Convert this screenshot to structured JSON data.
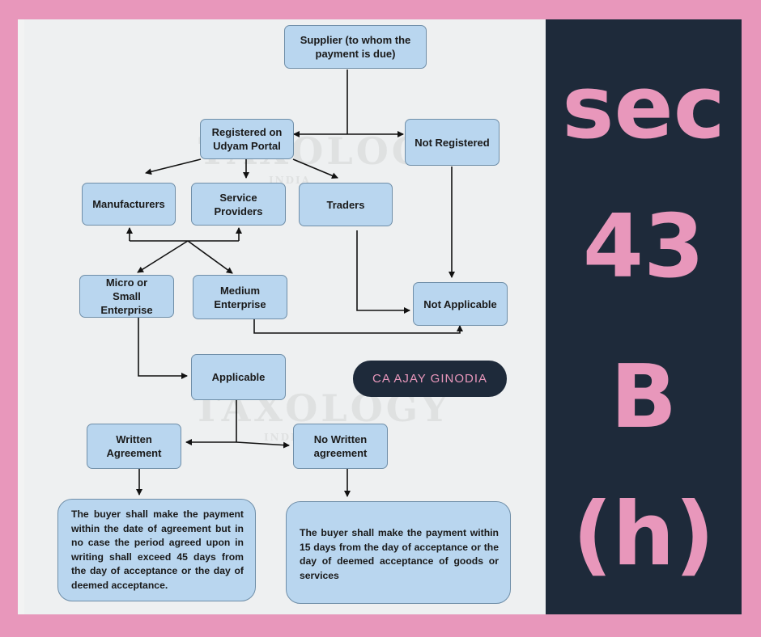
{
  "diagram": {
    "supplier": "Supplier (to whom the payment is due)",
    "registered": "Registered on Udyam Portal",
    "not_registered": "Not Registered",
    "manufacturers": "Manufacturers",
    "service_providers": "Service Providers",
    "traders": "Traders",
    "micro_small": "Micro or Small Enterprise",
    "medium": "Medium Enterprise",
    "not_applicable": "Not Applicable",
    "applicable": "Applicable",
    "written": "Written Agreement",
    "no_written": "No Written agreement",
    "written_text": "The buyer shall make the payment within the date of agreement but in no case the period agreed upon in writing shall exceed 45 days from the day of acceptance or the day of deemed acceptance.",
    "no_written_text": "The buyer shall make the payment within 15 days from the day of acceptance or the day of deemed acceptance of goods or services"
  },
  "watermark": [
    "TAXOLOGY",
    "INDIA"
  ],
  "badge": "CA AJAY GINODIA",
  "title_lines": [
    "sec",
    "43",
    "B",
    "(h)"
  ],
  "colors": {
    "frame_pink": "#e897bb",
    "dark_panel": "#1e2a3a",
    "box_fill": "#b9d6ef"
  }
}
